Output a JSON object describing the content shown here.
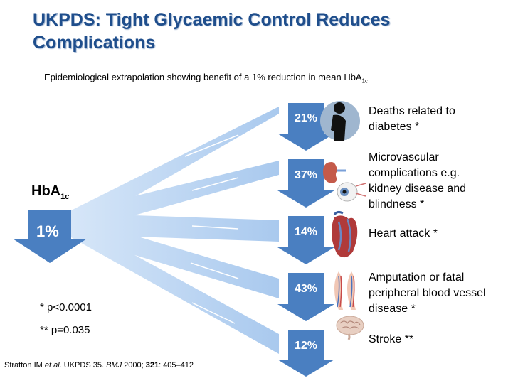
{
  "title": "UKPDS: Tight Glycaemic Control Reduces Complications",
  "subtitle": "Epidemiological extrapolation showing benefit of a 1% reduction in mean HbA",
  "subtitle_sub": "1c",
  "source": {
    "label": "HbA",
    "sub": "1c",
    "value": "1%"
  },
  "outcomes": [
    {
      "pct": "21%",
      "label": "Deaths related to diabetes *",
      "icon": "person-silhouette-icon"
    },
    {
      "pct": "37%",
      "label": "Microvascular complications e.g. kidney disease and blindness *",
      "icon": "kidney-eye-icon"
    },
    {
      "pct": "14%",
      "label": "Heart attack *",
      "icon": "heart-icon"
    },
    {
      "pct": "43%",
      "label": "Amputation or fatal peripheral blood vessel disease *",
      "icon": "legs-vessels-icon"
    },
    {
      "pct": "12%",
      "label": "Stroke **",
      "icon": "brain-icon"
    }
  ],
  "notes": [
    "* p<0.0001",
    "** p=0.035"
  ],
  "citation": {
    "author": "Stratton IM",
    "etal": "et al",
    "rest1": ". UKPDS 35. ",
    "journal": "BMJ",
    "year": " 2000; ",
    "volume": "321",
    "pages": ": 405–412"
  },
  "colors": {
    "arrow": "#4a7fc1",
    "fan": "#b9d4f1",
    "title": "#1f4e8c"
  }
}
